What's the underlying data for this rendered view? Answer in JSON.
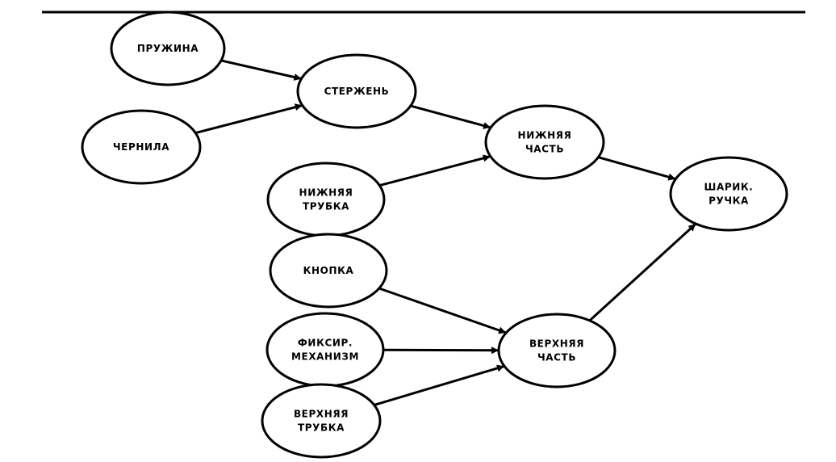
{
  "diagram": {
    "nodes": [
      {
        "id": "spring",
        "lines": [
          "ПРУЖИНА"
        ]
      },
      {
        "id": "rod",
        "lines": [
          "СТЕРЖЕНЬ"
        ]
      },
      {
        "id": "ink",
        "lines": [
          "ЧЕРНИЛА"
        ]
      },
      {
        "id": "lower-part",
        "lines": [
          "НИЖНЯЯ",
          "ЧАСТЬ"
        ]
      },
      {
        "id": "lower-tube",
        "lines": [
          "НИЖНЯЯ",
          "ТРУБКА"
        ]
      },
      {
        "id": "ballpoint-pen",
        "lines": [
          "ШАРИК.",
          "РУЧКА"
        ]
      },
      {
        "id": "button",
        "lines": [
          "КНОПКА"
        ]
      },
      {
        "id": "lock-mechanism",
        "lines": [
          "ФИКСИР.",
          "МЕХАНИЗМ"
        ]
      },
      {
        "id": "upper-part",
        "lines": [
          "ВЕРХНЯЯ",
          "ЧАСТЬ"
        ]
      },
      {
        "id": "upper-tube",
        "lines": [
          "ВЕРХНЯЯ",
          "ТРУБКА"
        ]
      }
    ],
    "edges": [
      {
        "from": "spring",
        "to": "rod"
      },
      {
        "from": "ink",
        "to": "rod"
      },
      {
        "from": "rod",
        "to": "lower-part"
      },
      {
        "from": "lower-tube",
        "to": "lower-part"
      },
      {
        "from": "lower-part",
        "to": "ballpoint-pen"
      },
      {
        "from": "button",
        "to": "upper-part"
      },
      {
        "from": "lock-mechanism",
        "to": "upper-part"
      },
      {
        "from": "upper-tube",
        "to": "upper-part"
      },
      {
        "from": "upper-part",
        "to": "ballpoint-pen"
      }
    ]
  }
}
